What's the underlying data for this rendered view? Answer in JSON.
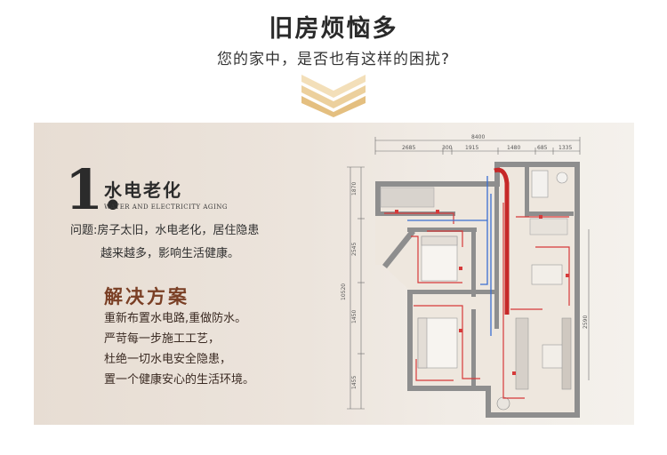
{
  "header": {
    "title": "旧房烦恼多",
    "subtitle": "您的家中，是否也有这样的困扰?"
  },
  "section": {
    "number": "1.",
    "heading": "水电老化",
    "heading_en": "WATER AND ELECTRICITY AGING",
    "problem_line1": "问题:房子太旧，水电老化，居住隐患",
    "problem_line2": "越来越多，影响生活健康。",
    "solution_title": "解决方案",
    "solution_lines": [
      "重新布置水电路,重做防水。",
      "严苛每一步施工工艺，",
      "杜绝一切水电安全隐患，",
      "置一个健康安心的生活环境。"
    ]
  },
  "floorplan": {
    "dims_top_total": "8400",
    "dims_top": [
      "2685",
      "300",
      "1915",
      "1480",
      "685",
      "1335"
    ],
    "dims_left": [
      "1870",
      "2545",
      "10520",
      "1450",
      "1455"
    ],
    "dims_right": [
      "2590"
    ]
  },
  "colors": {
    "accent": "#7a3f25",
    "panel_bg": "#e9e0d7",
    "wire_red": "#d63a3a",
    "pipe_blue": "#3b6fd1",
    "chevron": "#e6c58a"
  }
}
